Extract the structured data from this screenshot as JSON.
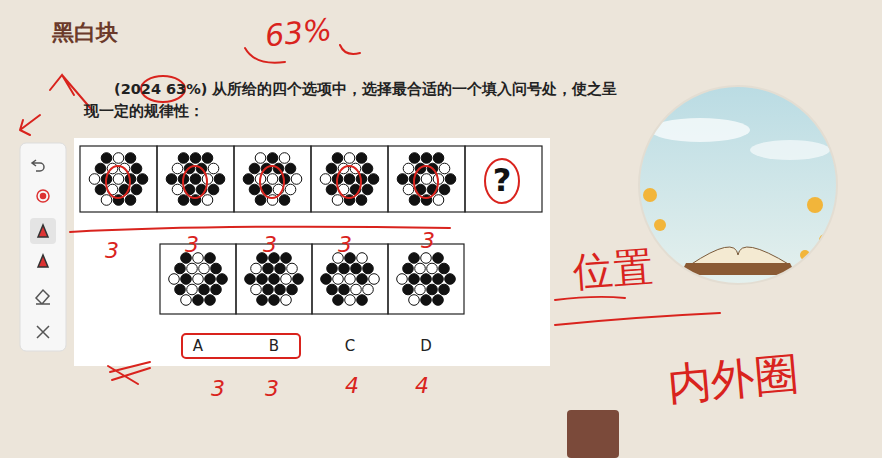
{
  "diagram": {
    "title": "黑白块",
    "labels": [
      "(2024 63%) 从所给的四个选项中，选择最合适的一个填入问号处，使之呈现一定的规律性：",
      "?",
      "A",
      "B",
      "C",
      "D",
      "63%",
      "3",
      "3",
      "3",
      "3",
      "3",
      "3",
      "3",
      "4",
      "4",
      "位置",
      "内外圈"
    ]
  }
}
